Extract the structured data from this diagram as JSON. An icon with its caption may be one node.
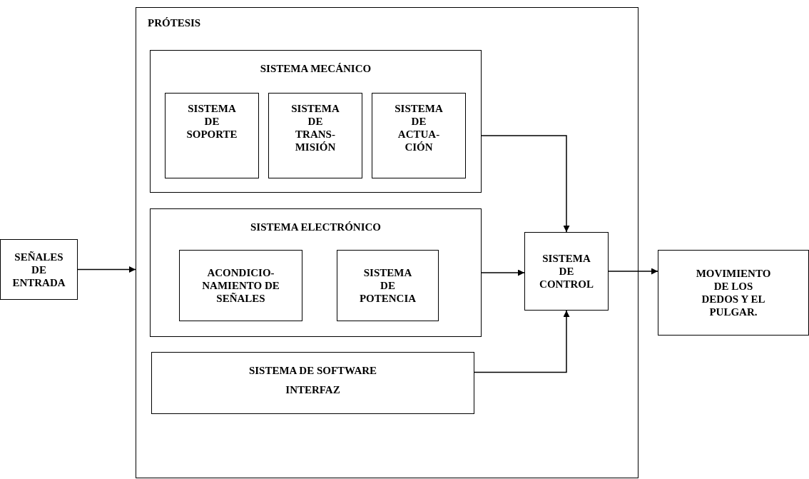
{
  "diagram": {
    "nodes": [
      {
        "text": [
          "SEÑALES DE ENTRADA"
        ]
      },
      {
        "text": [
          "PRÓTESIS"
        ]
      },
      {
        "text": [
          "SISTEMA MECÁNICO"
        ],
        "in": 1
      },
      {
        "text": [
          "SISTEMA DE SOPORTE"
        ],
        "in": 2
      },
      {
        "text": [
          "SISTEMA DE TRANS- MISIÓN"
        ],
        "in": 2
      },
      {
        "text": [
          "SISTEMA DE ACTUA- CIÓN"
        ],
        "in": 2
      },
      {
        "text": [
          "SISTEMA ELECTRÓNICO"
        ],
        "in": 1
      },
      {
        "text": [
          "ACONDICIO- NAMIENTO DE SEÑALES"
        ],
        "in": 6
      },
      {
        "text": [
          "SISTEMA DE POTENCIA"
        ],
        "in": 6
      },
      {
        "text": [
          "SISTEMA DE SOFTWARE",
          "INTERFAZ"
        ],
        "in": 1
      },
      {
        "text": [
          "SISTEMA DE CONTROL"
        ],
        "in": 1
      },
      {
        "text": [
          "MOVIMIENTO DE LOS DEDOS Y EL PULGAR."
        ]
      }
    ],
    "edges": [
      {
        "from": 0,
        "to": 1,
        "arrow": "to"
      },
      {
        "from": 2,
        "to": 10,
        "arrow": "to"
      },
      {
        "from": 6,
        "to": 10,
        "arrow": "to"
      },
      {
        "from": 9,
        "to": 10,
        "arrow": "to"
      },
      {
        "from": 10,
        "to": 11,
        "arrow": "to"
      }
    ]
  }
}
